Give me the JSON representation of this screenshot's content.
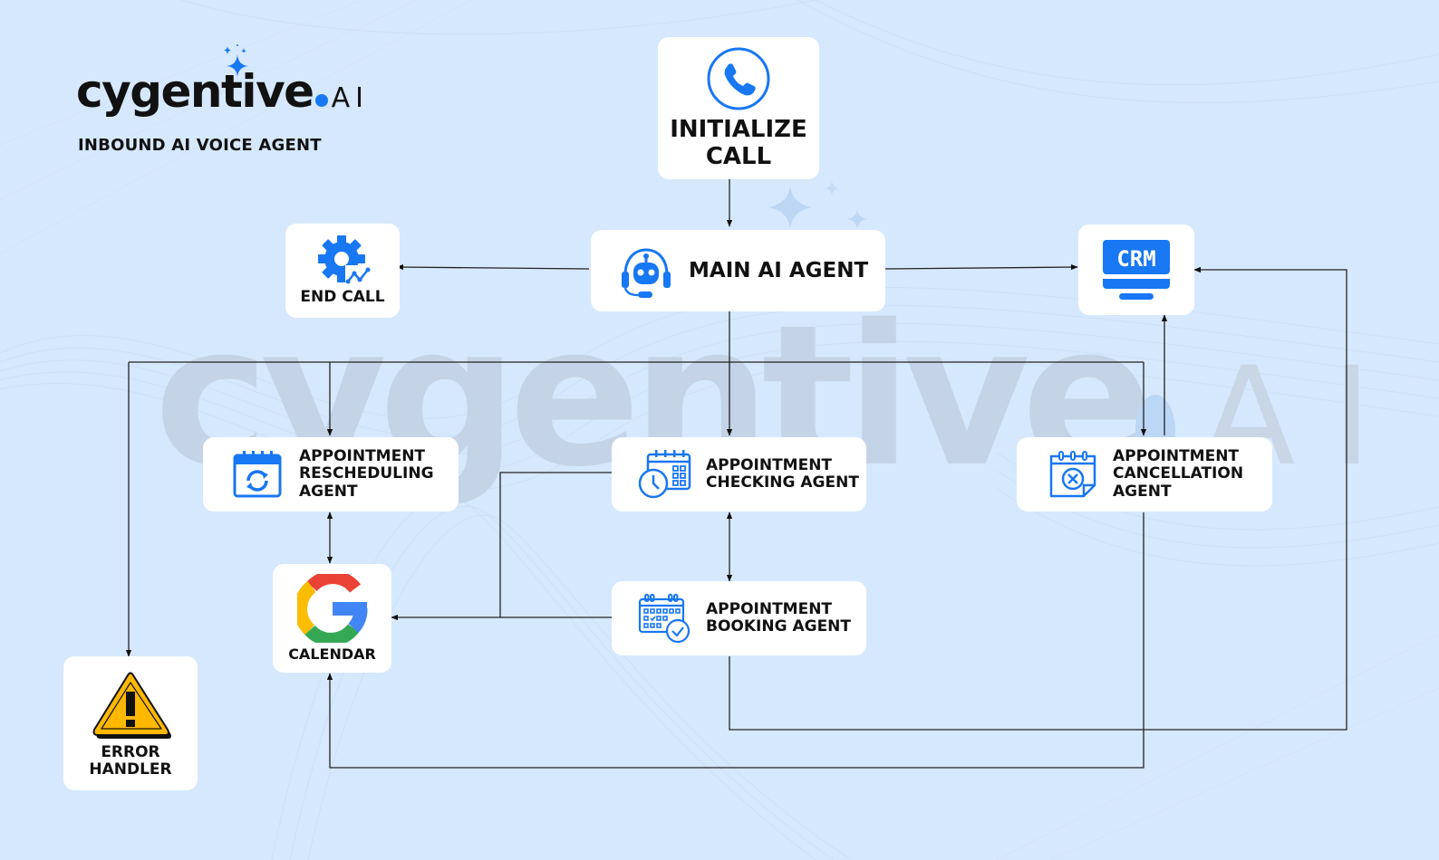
{
  "brand": {
    "name": "cygentive",
    "suffix": "AI",
    "subtitle": "INBOUND AI VOICE AGENT",
    "accent_color": "#1877f2"
  },
  "watermark": {
    "text": "cygentive",
    "suffix": "AI"
  },
  "nodes": {
    "initialize_call": {
      "line1": "INITIALIZE",
      "line2": "CALL",
      "icon": "phone-icon"
    },
    "main_agent": {
      "label": "MAIN AI AGENT",
      "icon": "robot-headset-icon"
    },
    "end_call": {
      "label": "END CALL",
      "icon": "gear-chart-icon"
    },
    "crm": {
      "label": "CRM",
      "icon": "crm-monitor-icon"
    },
    "rescheduling": {
      "line1": "APPOINTMENT",
      "line2": "RESCHEDULING",
      "line3": "AGENT",
      "icon": "calendar-refresh-icon"
    },
    "checking": {
      "line1": "APPOINTMENT",
      "line2": "CHECKING AGENT",
      "icon": "calendar-clock-icon"
    },
    "cancellation": {
      "line1": "APPOINTMENT",
      "line2": "CANCELLATION",
      "line3": "AGENT",
      "icon": "calendar-cancel-icon"
    },
    "calendar": {
      "label": "CALENDAR",
      "icon": "google-g-icon"
    },
    "booking": {
      "line1": "APPOINTMENT",
      "line2": "BOOKING AGENT",
      "icon": "calendar-check-icon"
    },
    "error_handler": {
      "line1": "ERROR",
      "line2": "HANDLER",
      "icon": "warning-icon"
    }
  },
  "edges": [
    {
      "from": "initialize_call",
      "to": "main_agent"
    },
    {
      "from": "main_agent",
      "to": "end_call"
    },
    {
      "from": "main_agent",
      "to": "crm"
    },
    {
      "from": "main_agent",
      "to": "rescheduling"
    },
    {
      "from": "main_agent",
      "to": "checking"
    },
    {
      "from": "main_agent",
      "to": "cancellation"
    },
    {
      "from": "main_agent",
      "to": "error_handler"
    },
    {
      "from": "rescheduling",
      "to": "calendar",
      "bidirectional": true
    },
    {
      "from": "checking",
      "to": "booking",
      "bidirectional": true
    },
    {
      "from": "checking",
      "to": "calendar"
    },
    {
      "from": "booking",
      "to": "calendar"
    },
    {
      "from": "cancellation",
      "to": "crm"
    },
    {
      "from": "cancellation",
      "to": "calendar"
    },
    {
      "from": "booking",
      "to": "crm"
    }
  ],
  "colors": {
    "background": "#d6e8fd",
    "node": "#ffffff",
    "icon_blue": "#1877f2",
    "warning_yellow": "#ffb800",
    "google_red": "#ea4335",
    "google_yellow": "#fbbc05",
    "google_green": "#34a853",
    "google_blue": "#4285f4"
  }
}
